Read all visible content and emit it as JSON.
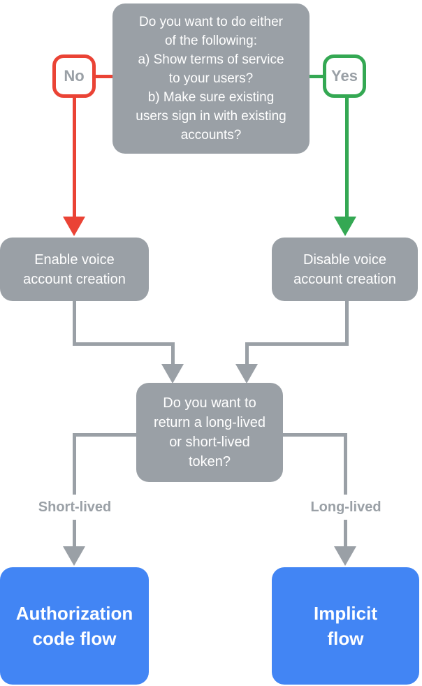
{
  "flowchart": {
    "start": {
      "question": "Do you want to do either\nof the following:\na) Show terms of service\nto your users?\nb) Make sure existing\nusers sign in with existing\naccounts?"
    },
    "answers": {
      "no": "No",
      "yes": "Yes"
    },
    "actions": {
      "enable": "Enable voice\naccount creation",
      "disable": "Disable voice\naccount creation"
    },
    "token_question": "Do you want to\nreturn a long-lived\nor short-lived\ntoken?",
    "branch_labels": {
      "short_lived": "Short-lived",
      "long_lived": "Long-lived"
    },
    "outcomes": {
      "authorization_code": "Authorization\ncode flow",
      "implicit": "Implicit\nflow"
    },
    "colors": {
      "node_gray": "#9AA0A6",
      "no_red": "#EA4335",
      "yes_green": "#34A853",
      "outcome_blue": "#4285F4",
      "connector_gray": "#9AA0A6",
      "label_text_gray": "#9AA0A6"
    }
  }
}
